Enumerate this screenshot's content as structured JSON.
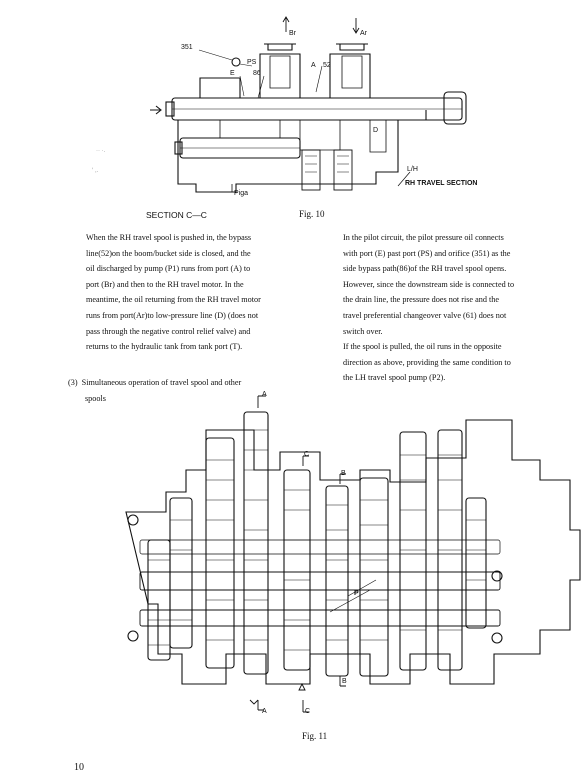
{
  "fig10": {
    "labels": {
      "br": "Br",
      "ar": "Ar",
      "n351": "351",
      "ps": "PS",
      "e": "E",
      "n86": "86",
      "a": "A",
      "n52": "52",
      "d": "D",
      "piga": "Piga",
      "section_fraction": "L/H",
      "rh_travel_section": "RH TRAVEL SECTION"
    },
    "section_title": "SECTION C—C",
    "caption": "Fig. 10"
  },
  "left_column": [
    "When the RH travel spool is pushed in, the bypass",
    "line(52)on the boom/bucket side is closed, and the",
    "oil discharged by pump (P1) runs from port (A) to",
    "port (Br) and then to the RH travel motor.  In the",
    "meantime, the oil returning from the RH travel motor",
    "runs from port(Ar)to low-pressure line (D) (does not",
    "pass through the negative control relief valve) and",
    "returns to the hydraulic tank from tank port (T)."
  ],
  "right_column": [
    "In the pilot circuit, the pilot pressure oil connects",
    "with port (E) past port (PS) and orifice (351) as the",
    "side bypass path(86)of the RH travel spool opens.",
    "However, since the downstream side is connected to",
    "the drain line, the pressure does not rise and the",
    "travel preferential changeover valve (61) does not",
    "switch over.",
    "If the spool is pulled, the oil runs in the opposite",
    "direction as above, providing the same condition to",
    "the LH travel spool pump (P2)."
  ],
  "section3": {
    "number": "(3)",
    "line1": "Simultaneous  operation  of  travel  spool  and  other",
    "line2": "spools"
  },
  "fig11": {
    "labels": {
      "a_top": "A",
      "c_top": "C",
      "b_top": "B",
      "p": "P",
      "b_bottom": "B",
      "a_bottom": "A",
      "c_bottom": "C"
    },
    "caption": "Fig. 11"
  },
  "page_number": "10"
}
